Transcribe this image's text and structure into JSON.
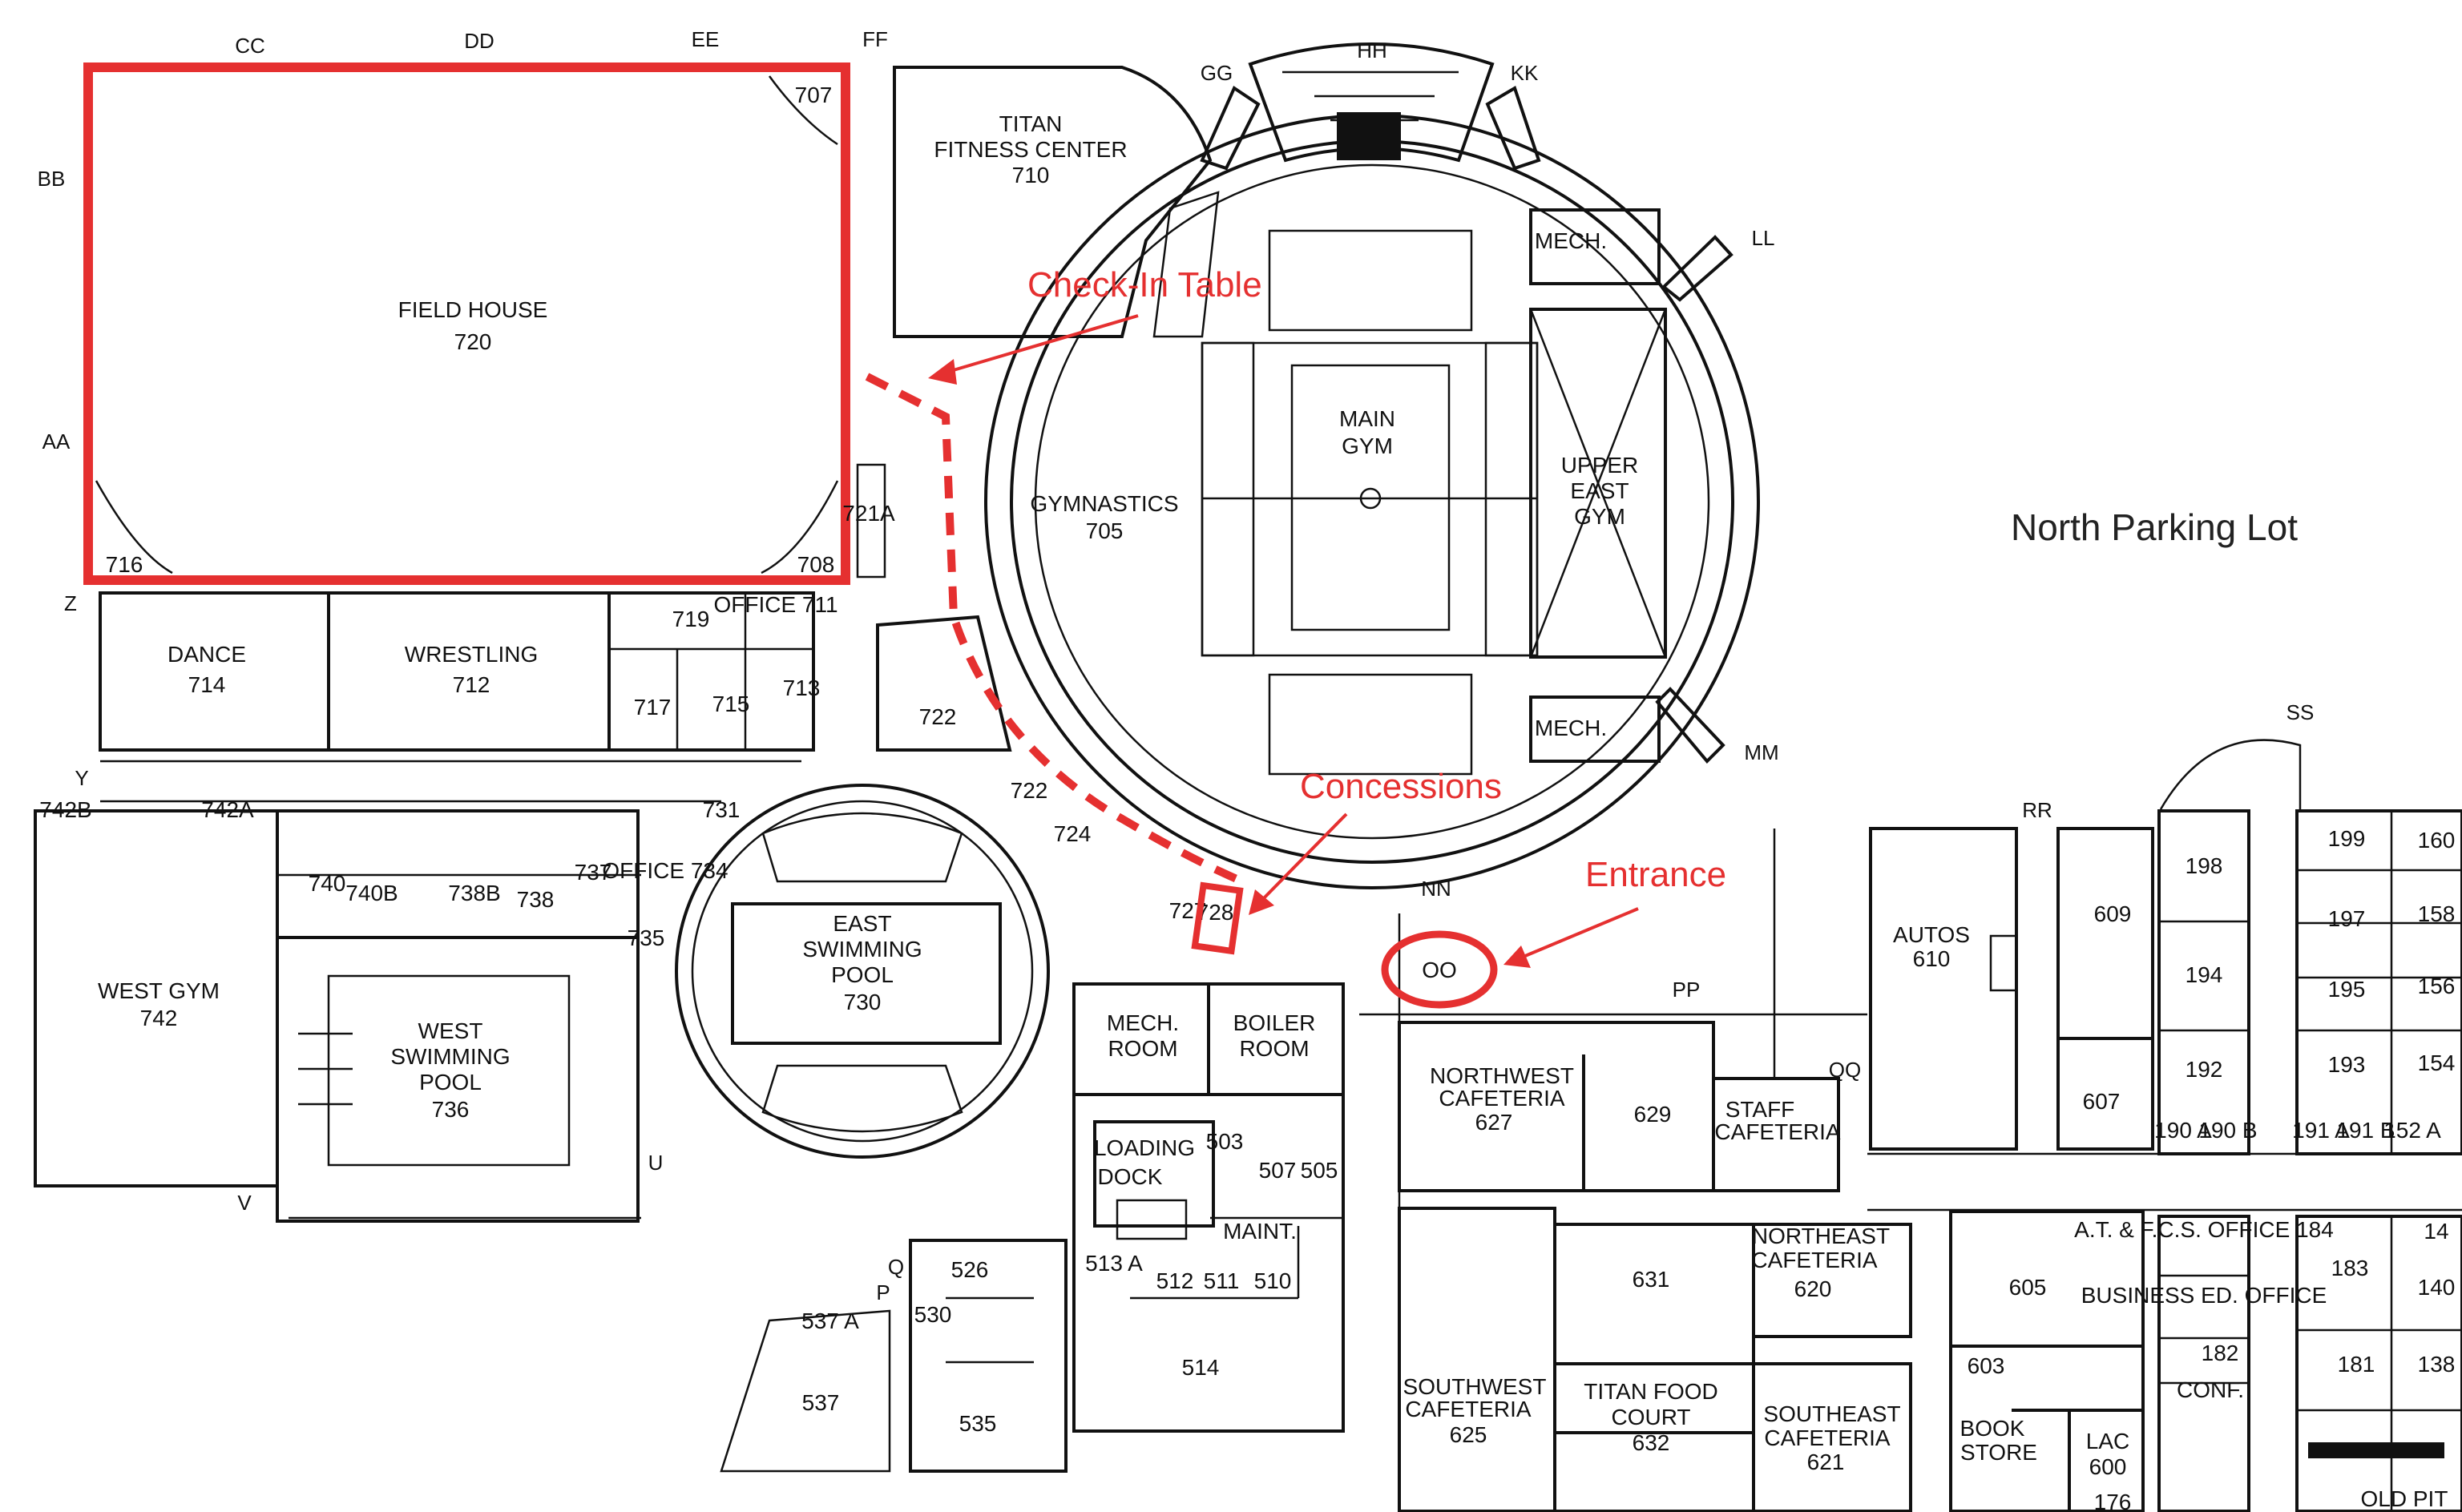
{
  "map_title": "North Parking Lot",
  "grid_labels": {
    "top": [
      "CC",
      "DD",
      "EE",
      "FF",
      "GG",
      "HH",
      "KK"
    ],
    "left": [
      "BB",
      "AA",
      "Z",
      "Y",
      "V",
      "U"
    ],
    "right": [
      "LL",
      "MM",
      "NN",
      "OO",
      "PP",
      "QQ",
      "RR",
      "SS",
      "Q",
      "P"
    ]
  },
  "rooms": {
    "field_house": {
      "name": "FIELD HOUSE",
      "number": "720"
    },
    "field_house_corners": [
      "707",
      "716",
      "708"
    ],
    "titan_fitness": {
      "name": "TITAN\nFITNESS CENTER",
      "number": "710"
    },
    "gymnastics": {
      "name": "GYMNASTICS",
      "number": "705"
    },
    "main_gym": {
      "name": "MAIN\nGYM"
    },
    "upper_east_gym": {
      "name": "UPPER\nEAST\nGYM"
    },
    "mech_north": {
      "name": "MECH."
    },
    "mech_south": {
      "name": "MECH."
    },
    "dance": {
      "name": "DANCE",
      "number": "714"
    },
    "wrestling": {
      "name": "WRESTLING",
      "number": "712"
    },
    "small_rooms_north": [
      "719",
      "OFFICE 711",
      "717",
      "715",
      "713",
      "722",
      "721A",
      "722",
      "724"
    ],
    "west_gym": {
      "name": "WEST GYM",
      "number": "742"
    },
    "west_pool": {
      "name": "WEST\nSWIMMING\nPOOL",
      "number": "736"
    },
    "east_pool": {
      "name": "EAST\nSWIMMING\nPOOL",
      "number": "730"
    },
    "west_side_small": [
      "742B",
      "742A",
      "740",
      "740B",
      "738B",
      "738",
      "737",
      "OFFICE 734",
      "735",
      "731"
    ],
    "mech_room": {
      "name": "MECH.\nROOM"
    },
    "boiler_room": {
      "name": "BOILER\nROOM"
    },
    "loading_dock": {
      "name": "LOADING\nDOCK"
    },
    "maint": {
      "name": "MAINT."
    },
    "service_rooms": [
      "503",
      "507",
      "505",
      "513 A",
      "512",
      "511",
      "510",
      "514",
      "526",
      "530",
      "535",
      "537",
      "537 A",
      "728",
      "727"
    ],
    "nw_cafeteria": {
      "name": "NORTHWEST\nCAFETERIA",
      "number": "627"
    },
    "room_629": {
      "number": "629"
    },
    "staff_cafeteria": {
      "name": "STAFF\nCAFETERIA"
    },
    "room_631": {
      "number": "631"
    },
    "ne_cafeteria": {
      "name": "NORTHEAST\nCAFETERIA",
      "number": "620"
    },
    "sw_cafeteria": {
      "name": "SOUTHWEST\nCAFETERIA",
      "number": "625"
    },
    "titan_food_court": {
      "name": "TITAN FOOD\nCOURT",
      "number": "632"
    },
    "se_cafeteria": {
      "name": "SOUTHEAST\nCAFETERIA",
      "number": "621"
    },
    "autos": {
      "name": "AUTOS",
      "number": "610"
    },
    "room_609": {
      "number": "609"
    },
    "room_607": {
      "number": "607"
    },
    "room_605": {
      "number": "605"
    },
    "room_603": {
      "number": "603"
    },
    "book_store": {
      "name": "BOOK\nSTORE"
    },
    "lac": {
      "name": "LAC",
      "number": "600"
    },
    "east_wing_rooms": [
      "198",
      "197",
      "194",
      "192",
      "190 A",
      "190 B",
      "199",
      "195",
      "193",
      "191 A",
      "191 B",
      "152 A",
      "160",
      "158",
      "156",
      "154",
      "183",
      "181",
      "176",
      "14",
      "140",
      "138",
      "182",
      "CONF."
    ],
    "east_wing_offices": [
      "A.T. & F.C.S. OFFICE 184",
      "BUSINESS ED. OFFICE"
    ],
    "old_pit": {
      "name": "OLD PIT"
    }
  },
  "annotations": {
    "check_in": "Check-In Table",
    "concessions": "Concessions",
    "entrance": "Entrance"
  },
  "colors": {
    "highlight": "#e53030",
    "line": "#111111",
    "background": "#ffffff"
  }
}
